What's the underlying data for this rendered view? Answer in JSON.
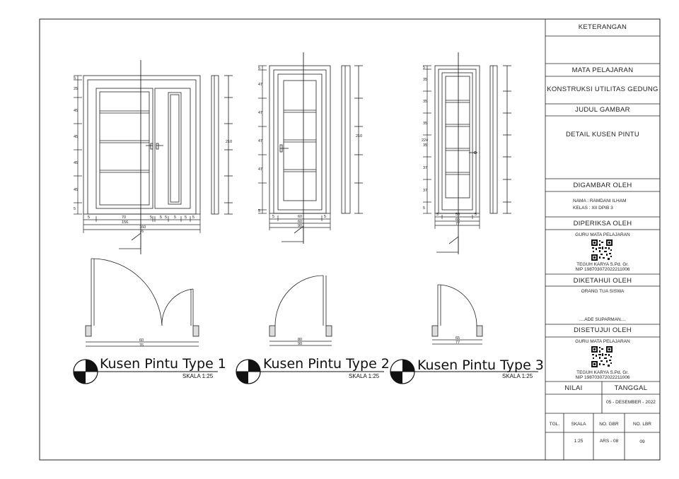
{
  "types": [
    {
      "title": "Kusen Pintu Type 1",
      "scale": "SKALA 1:25"
    },
    {
      "title": "Kusen Pintu Type 2",
      "scale": "SKALA 1:25"
    },
    {
      "title": "Kusen Pintu Type 3",
      "scale": "SKALA 1:25"
    }
  ],
  "dims": {
    "t1_bottom": [
      "5",
      "70",
      "5",
      "5",
      "5",
      "5",
      "5",
      "5"
    ],
    "t1_totals": [
      "156",
      "160",
      "76"
    ],
    "t1_plan": [
      "60",
      "76"
    ],
    "t1_vert": [
      "5",
      "25",
      "45",
      "45",
      "45",
      "45",
      "5",
      "210"
    ],
    "t2_bottom": [
      "5",
      "60",
      "5"
    ],
    "t2_totals": [
      "60",
      "90"
    ],
    "t2_plan": [
      "80",
      "90"
    ],
    "t2_vert": [
      "5",
      "47",
      "47",
      "47",
      "47",
      "5",
      "210"
    ],
    "t3_bottom": [
      "5",
      "55",
      "5"
    ],
    "t3_totals": [
      "65",
      "77"
    ],
    "t3_plan": [
      "65",
      "77"
    ],
    "t3_vert": [
      "5",
      "35",
      "35",
      "35",
      "35",
      "37",
      "37",
      "5",
      "224"
    ]
  },
  "titleblock": {
    "keterangan": "KETERANGAN",
    "mata_pelajaran": "MATA PELAJARAN",
    "mata_pelajaran_value": "KONSTRUKSI UTILITAS GEDUNG",
    "judul_gambar": "JUDUL GAMBAR",
    "judul_gambar_value": "DETAIL KUSEN PINTU",
    "digambar_oleh": "DIGAMBAR OLEH",
    "nama": "NAMA :  RAMDANI ILHAM",
    "kelas": "KELAS :  XII DPIB 3",
    "diperiksa_oleh": "DIPERIKSA OLEH",
    "guru_1": "GURU MATA PELAJARAN",
    "teacher_name_1": "TEGUH KARYA S.Pd. Gr.",
    "teacher_nip_1": "NIP 198703072022211006",
    "diketahui_oleh": "DIKETAHUI OLEH",
    "orang_tua": "ORANG TUA SISWA",
    "parent_name": "....ADE SUPARMAN....",
    "disetujui_oleh": "DISETUJUI OLEH",
    "guru_2": "GURU MATA PELAJARAN",
    "teacher_name_2": "TEGUH KARYA S.Pd. Gr.",
    "teacher_nip_2": "NIP 198703072022211006",
    "nilai": "NILAI",
    "tanggal": "TANGGAL",
    "tanggal_value": "05 - DESEMBER - 2022",
    "tgl": "TGL.",
    "skala": "SKALA",
    "no_gbr": "NO. GBR",
    "no_lbr": "NO. LBR",
    "skala_value": "1:25",
    "no_gbr_value": "ARS - 08",
    "no_lbr_value": "09"
  }
}
